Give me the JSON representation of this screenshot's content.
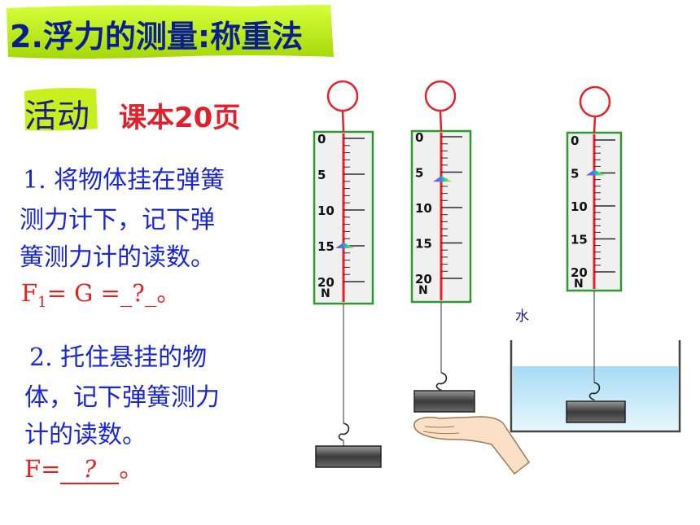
{
  "title": "2.浮力的测量:称重法",
  "activity": {
    "badge": "活动",
    "reference": "课本20页"
  },
  "step1": {
    "line1": "1. 将物体挂在弹簧",
    "line2": "测力计下，记下弹",
    "line3": "簧测力计的读数。",
    "formula_prefix": "F",
    "formula_sub": "1",
    "formula_rest": "= G =_?_。"
  },
  "step2": {
    "line1": "2. 托住悬挂的物",
    "line2": "体，记下弹簧测力",
    "line3": "计的读数。",
    "formula_prefix": "F=",
    "formula_blank": "?",
    "formula_end": "。"
  },
  "scale": {
    "ticks": [
      "0",
      "5",
      "10",
      "15",
      "20"
    ],
    "unit": "N",
    "readings": [
      15,
      6,
      5
    ]
  },
  "water_label": "水",
  "colors": {
    "title_banner": "#c8f01e",
    "title_text": "#0a1f8f",
    "scale_border": "#2c9a2c",
    "indicator": "#e8202a",
    "water": "#bfe6f8"
  }
}
